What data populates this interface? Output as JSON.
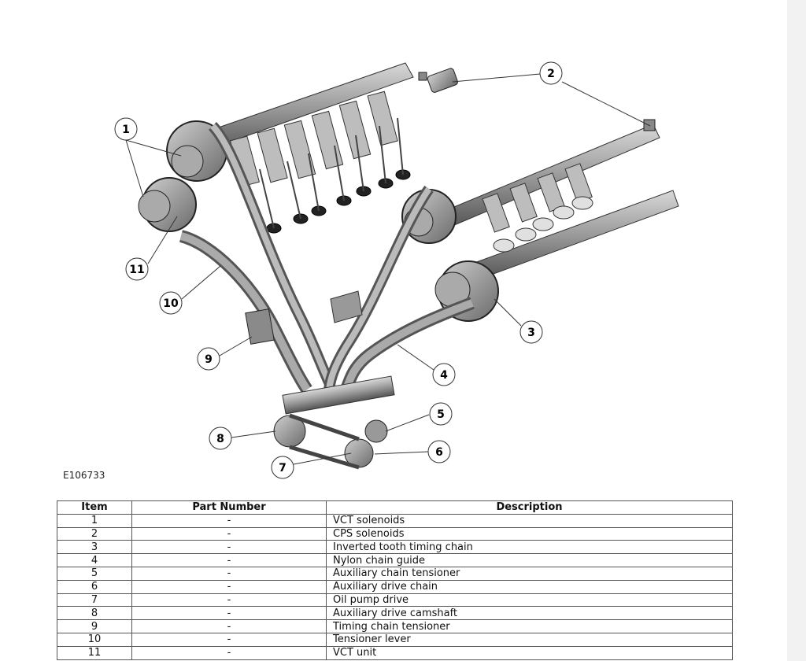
{
  "figure": {
    "id_label": "E106733",
    "callouts": [
      "1",
      "2",
      "3",
      "4",
      "5",
      "6",
      "7",
      "8",
      "9",
      "10",
      "11"
    ]
  },
  "table": {
    "headers": [
      "Item",
      "Part Number",
      "Description"
    ],
    "rows": [
      {
        "item": "1",
        "part": "-",
        "desc": "VCT solenoids"
      },
      {
        "item": "2",
        "part": "-",
        "desc": "CPS solenoids"
      },
      {
        "item": "3",
        "part": "-",
        "desc": "Inverted tooth timing chain"
      },
      {
        "item": "4",
        "part": "-",
        "desc": "Nylon chain guide"
      },
      {
        "item": "5",
        "part": "-",
        "desc": "Auxiliary chain tensioner"
      },
      {
        "item": "6",
        "part": "-",
        "desc": "Auxiliary drive chain"
      },
      {
        "item": "7",
        "part": "-",
        "desc": "Oil pump drive"
      },
      {
        "item": "8",
        "part": "-",
        "desc": "Auxiliary drive camshaft"
      },
      {
        "item": "9",
        "part": "-",
        "desc": "Timing chain tensioner"
      },
      {
        "item": "10",
        "part": "-",
        "desc": "Tensioner lever"
      },
      {
        "item": "11",
        "part": "-",
        "desc": "VCT unit"
      }
    ]
  }
}
